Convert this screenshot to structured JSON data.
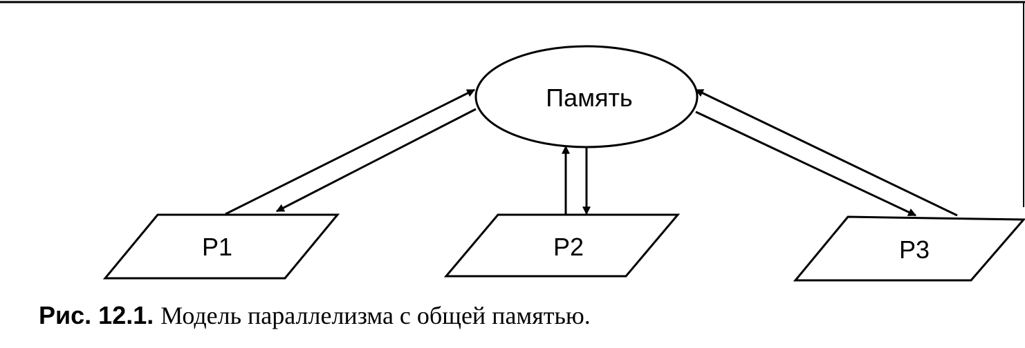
{
  "diagram": {
    "memory_label": "Память",
    "processes": [
      {
        "label": "P1"
      },
      {
        "label": "P2"
      },
      {
        "label": "P3"
      }
    ]
  },
  "caption": {
    "number": "Рис. 12.1.",
    "text": "Модель параллелизма с общей памятью."
  },
  "colors": {
    "stroke": "#000000",
    "background": "#ffffff"
  }
}
